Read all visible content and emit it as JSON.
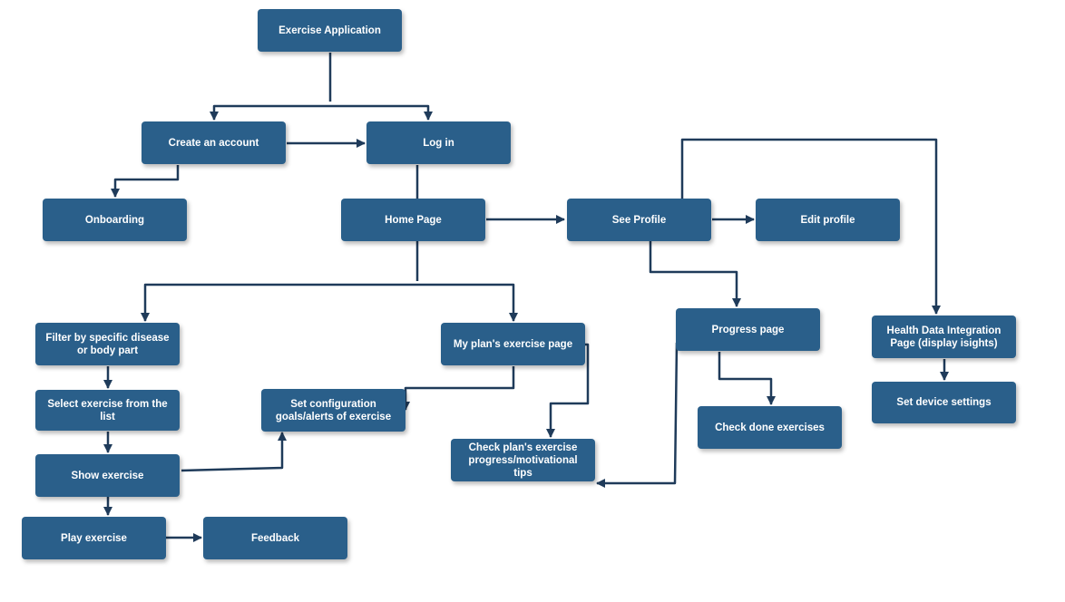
{
  "nodes": {
    "exercise_application": "Exercise Application",
    "create_account": "Create an account",
    "log_in": "Log in",
    "onboarding": "Onboarding",
    "home_page": "Home Page",
    "see_profile": "See Profile",
    "edit_profile": "Edit profile",
    "filter": "Filter by specific disease\nor body part",
    "my_plan": "My plan's exercise page",
    "progress_page": "Progress page",
    "health_data": "Health Data Integration\nPage (display isights)",
    "select_exercise": "Select exercise from the list",
    "set_configuration": "Set configuration\ngoals/alerts of exercise",
    "check_done": "Check done exercises",
    "set_device": "Set device settings",
    "show_exercise": "Show exercise",
    "check_plan": "Check plan's exercise\nprogress/motivational\ntips",
    "play_exercise": "Play exercise",
    "feedback": "Feedback"
  },
  "colors": {
    "node_fill": "#2a5f8a",
    "node_text": "#ffffff",
    "connector": "#1f3b5a"
  }
}
